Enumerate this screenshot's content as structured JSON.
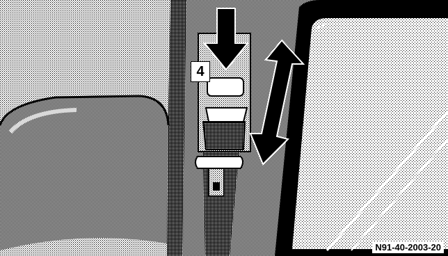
{
  "illustration": {
    "callout_number": "4",
    "figure_code": "N91-40-2003-20",
    "subject": "seat-belt-height-adjuster",
    "colors": {
      "ink": "#000000",
      "paper": "#ffffff",
      "halftone": "#8c8c8c"
    }
  }
}
